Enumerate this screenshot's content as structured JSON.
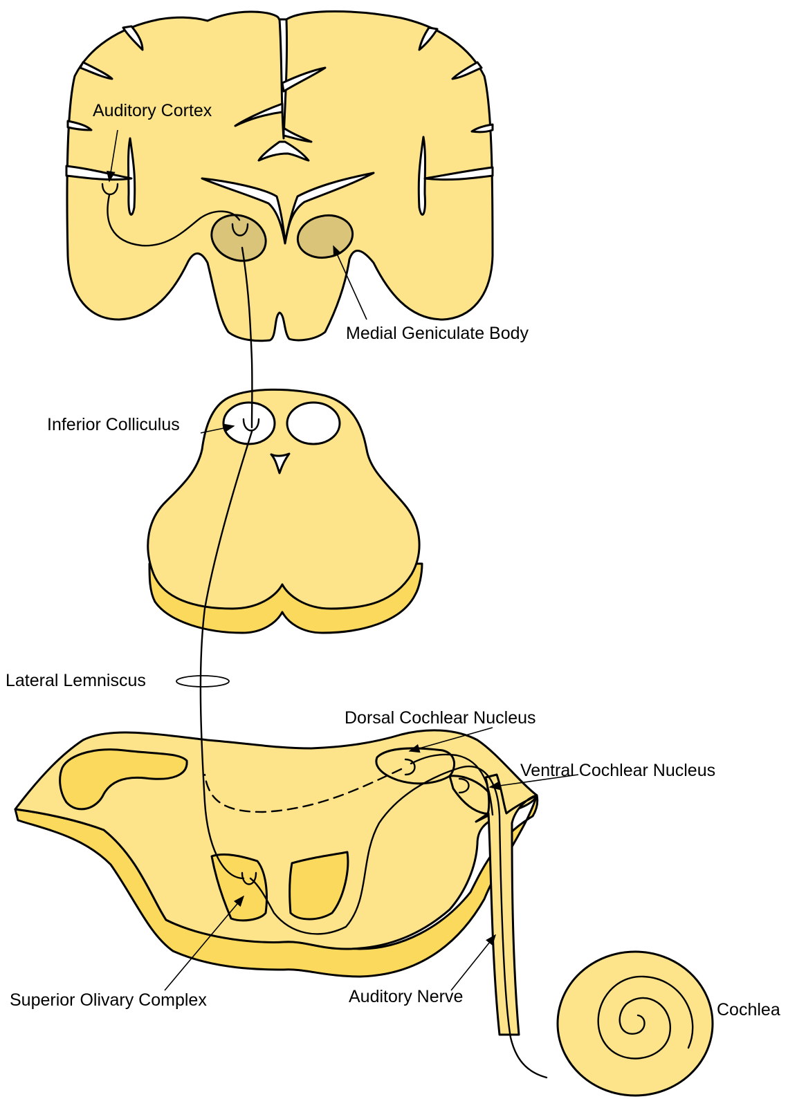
{
  "colors": {
    "tissue": "#fde48a",
    "tissue_dark": "#fbd95c",
    "nucleus": "#d9c47a",
    "outline": "#000000",
    "background": "#ffffff"
  },
  "labels": {
    "auditory_cortex": "Auditory Cortex",
    "medial_geniculate_body": "Medial Geniculate Body",
    "inferior_colliculus": "Inferior Colliculus",
    "lateral_lemniscus": "Lateral Lemniscus",
    "dorsal_cochlear_nucleus": "Dorsal Cochlear Nucleus",
    "ventral_cochlear_nucleus": "Ventral Cochlear Nucleus",
    "superior_olivary_complex": "Superior Olivary Complex",
    "auditory_nerve": "Auditory Nerve",
    "cochlea": "Cochlea"
  }
}
